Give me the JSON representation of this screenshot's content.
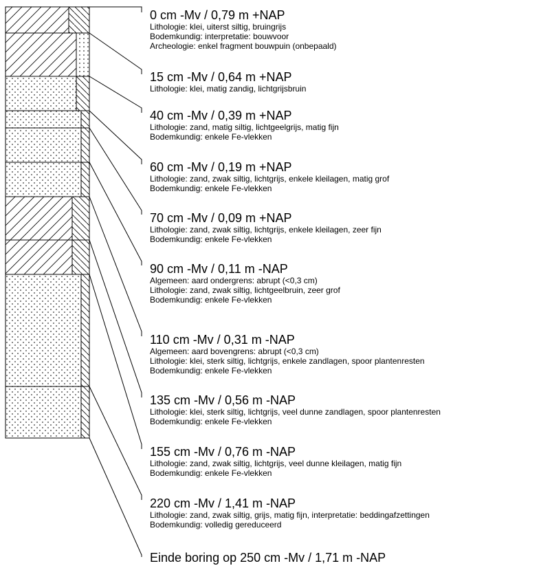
{
  "layers": [
    {
      "title": "0 cm -Mv / 0,79 m +NAP",
      "lines": [
        "Lithologie: klei, uiterst siltig, bruingrijs",
        "Bodemkundig: interpretatie: bouwvoor",
        "Archeologie: enkel fragment bouwpuin (onbepaald)"
      ]
    },
    {
      "title": "15 cm -Mv / 0,64 m +NAP",
      "lines": [
        "Lithologie: klei, matig zandig, lichtgrijsbruin"
      ]
    },
    {
      "title": "40 cm -Mv / 0,39 m +NAP",
      "lines": [
        "Lithologie: zand, matig siltig, lichtgeelgrijs, matig fijn",
        "Bodemkundig: enkele Fe-vlekken"
      ]
    },
    {
      "title": "60 cm -Mv / 0,19 m +NAP",
      "lines": [
        "Lithologie: zand, zwak siltig, lichtgrijs, enkele kleilagen, matig grof",
        "Bodemkundig: enkele Fe-vlekken"
      ]
    },
    {
      "title": "70 cm -Mv / 0,09 m +NAP",
      "lines": [
        "Lithologie: zand, zwak siltig, lichtgrijs, enkele kleilagen, zeer fijn",
        "Bodemkundig: enkele Fe-vlekken"
      ]
    },
    {
      "title": "90 cm -Mv / 0,11 m -NAP",
      "lines": [
        "Algemeen: aard ondergrens: abrupt (<0,3 cm)",
        "Lithologie: zand, zwak siltig, lichtgeelbruin, zeer grof",
        "Bodemkundig: enkele Fe-vlekken"
      ]
    },
    {
      "title": "110 cm -Mv / 0,31 m -NAP",
      "lines": [
        "Algemeen: aard bovengrens: abrupt (<0,3 cm)",
        "Lithologie: klei, sterk siltig, lichtgrijs, enkele zandlagen, spoor plantenresten",
        "Bodemkundig: enkele Fe-vlekken"
      ]
    },
    {
      "title": "135 cm -Mv / 0,56 m -NAP",
      "lines": [
        "Lithologie: klei, sterk siltig, lichtgrijs, veel dunne zandlagen, spoor plantenresten",
        "Bodemkundig: enkele Fe-vlekken"
      ]
    },
    {
      "title": "155 cm -Mv / 0,76 m -NAP",
      "lines": [
        "Lithologie: zand, zwak siltig, lichtgrijs, veel dunne kleilagen, matig fijn",
        "Bodemkundig: enkele Fe-vlekken"
      ]
    },
    {
      "title": "220 cm -Mv / 1,41 m -NAP",
      "lines": [
        "Lithologie: zand, zwak siltig, grijs, matig fijn, interpretatie: beddingafzettingen",
        "Bodemkundig: volledig gereduceerd"
      ]
    }
  ],
  "end_label": "Einde boring op 250 cm -Mv / 1,71 m -NAP",
  "colors": {
    "stroke": "#000000",
    "background": "#ffffff"
  }
}
